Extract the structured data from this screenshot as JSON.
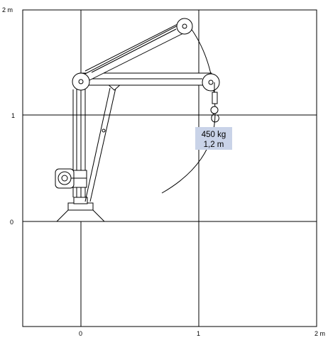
{
  "axes": {
    "x_ticks": [
      "0",
      "1",
      "2 m"
    ],
    "y_ticks": [
      "2 m",
      "1",
      "0"
    ]
  },
  "load_label": {
    "capacity": "450 kg",
    "reach": "1,2 m"
  },
  "colors": {
    "line": "#000000",
    "label_box": "#c9d3e8"
  }
}
